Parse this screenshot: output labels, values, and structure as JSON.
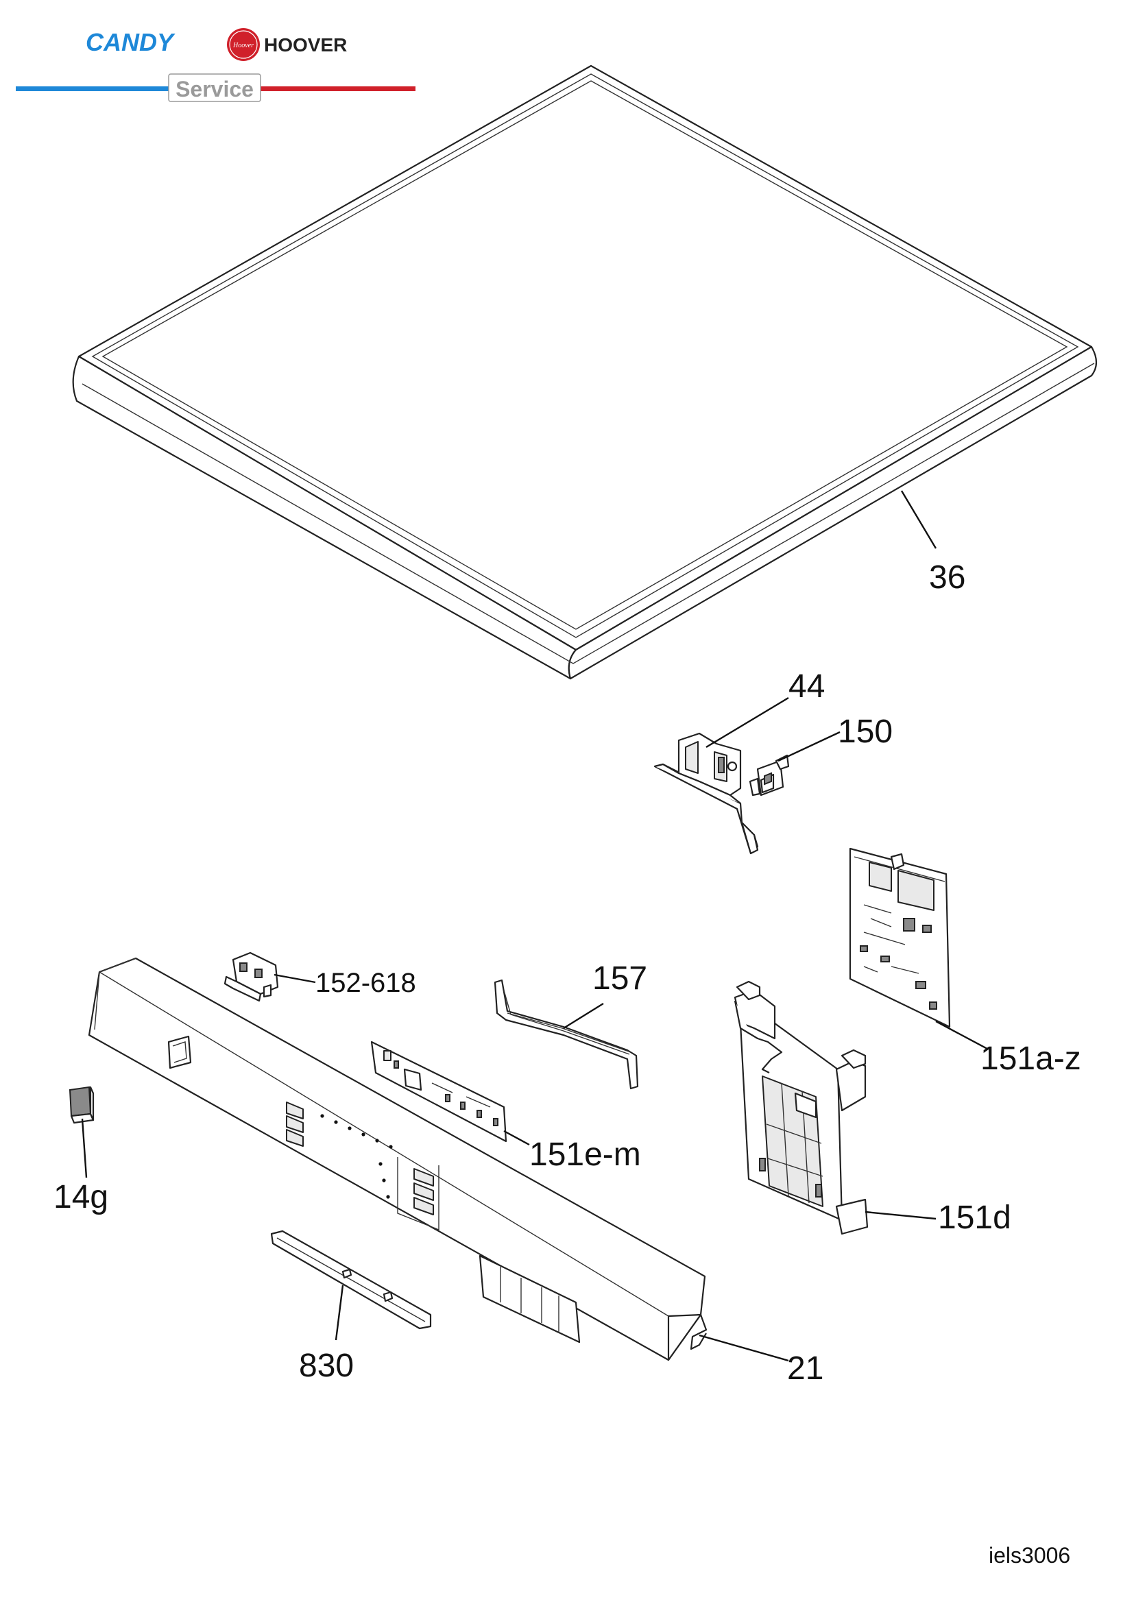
{
  "header": {
    "brand_candy": "CANDY",
    "brand_hoover": "HOOVER",
    "brand_hoover_badge": "Hoover",
    "service_label": "Service",
    "colors": {
      "candy_blue": "#1e88d8",
      "hoover_red": "#d0202a",
      "service_gray": "#9a9a9a"
    }
  },
  "labels": {
    "p36": "36",
    "p44": "44",
    "p150": "150",
    "p152_618": "152-618",
    "p157": "157",
    "p151az": "151a-z",
    "p151em": "151e-m",
    "p151d": "151d",
    "p14g": "14g",
    "p830": "830",
    "p21": "21"
  },
  "footer": {
    "drawing_code": "iels3006"
  }
}
